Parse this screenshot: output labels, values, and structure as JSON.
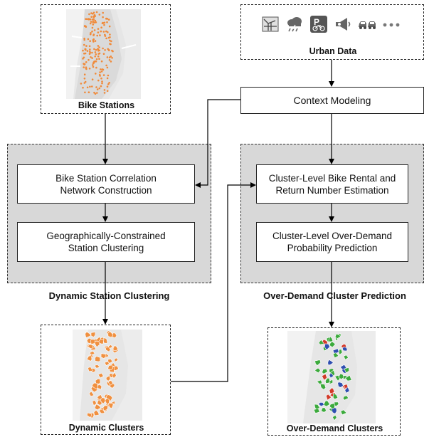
{
  "inputs": {
    "bike_stations_caption": "Bike Stations",
    "urban_data_caption": "Urban Data",
    "urban_icons": [
      "map-icon",
      "rain-cloud-icon",
      "parking-bike-sign-icon",
      "megaphone-icon",
      "traffic-cars-icon",
      "more-dots"
    ]
  },
  "context_modeling": "Context Modeling",
  "groups": {
    "clustering": {
      "label": "Dynamic Station Clustering",
      "step1": "Bike Station Correlation\nNetwork Construction",
      "step2": "Geographically-Constrained\nStation Clustering"
    },
    "prediction": {
      "label": "Over-Demand Cluster Prediction",
      "step1": "Cluster-Level Bike Rental and\nReturn Number Estimation",
      "step2": "Cluster-Level Over-Demand\nProbability Prediction"
    }
  },
  "outputs": {
    "dynamic_clusters_caption": "Dynamic Clusters",
    "over_demand_caption": "Over-Demand Clusters"
  },
  "colors": {
    "station_dot": "#f08a3a",
    "cluster_orange": "#f09040",
    "cluster_green": "#3caa3c",
    "cluster_red": "#d23a2a",
    "cluster_blue": "#2f4fb0",
    "group_fill": "#d8d8d8"
  }
}
